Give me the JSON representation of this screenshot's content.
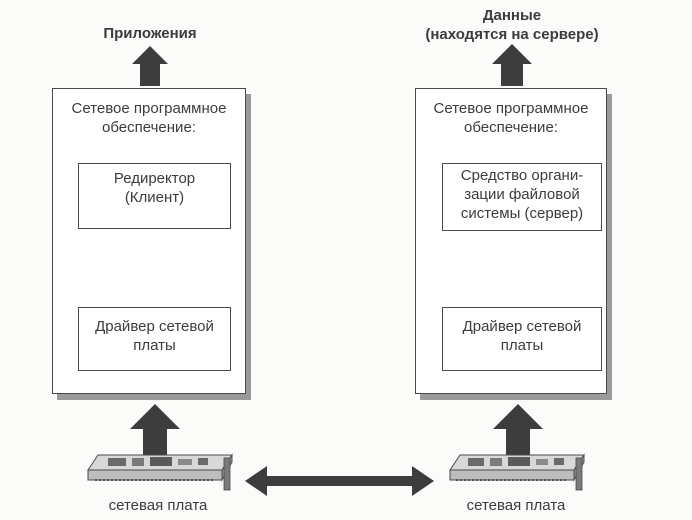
{
  "left_stack": {
    "top_caption": "Приложения",
    "panel_title_lines": [
      "Сетевое программное",
      "обеспечение:"
    ],
    "upper_module_lines": [
      "Редиректор",
      "(Клиент)"
    ],
    "lower_module_lines": [
      "Драйвер сетевой",
      "платы"
    ],
    "nic_label": "сетевая плата"
  },
  "right_stack": {
    "top_caption_lines": [
      "Данные",
      "(находятся на сервере)"
    ],
    "panel_title_lines": [
      "Сетевое программное",
      "обеспечение:"
    ],
    "upper_module_lines": [
      "Средство органи-",
      "зации файловой",
      "системы (сервер)"
    ],
    "lower_module_lines": [
      "Драйвер сетевой",
      "платы"
    ],
    "nic_label": "сетевая плата"
  },
  "colors": {
    "arrow": "#3d3d3d",
    "border": "#4a4a4a",
    "shadow": "#9a9a9a",
    "text": "#3c3c3c"
  },
  "icons": {
    "nic": "network-card-icon",
    "arrow_up": "arrow-up-icon",
    "arrow_bidirectional": "double-arrow-icon"
  }
}
